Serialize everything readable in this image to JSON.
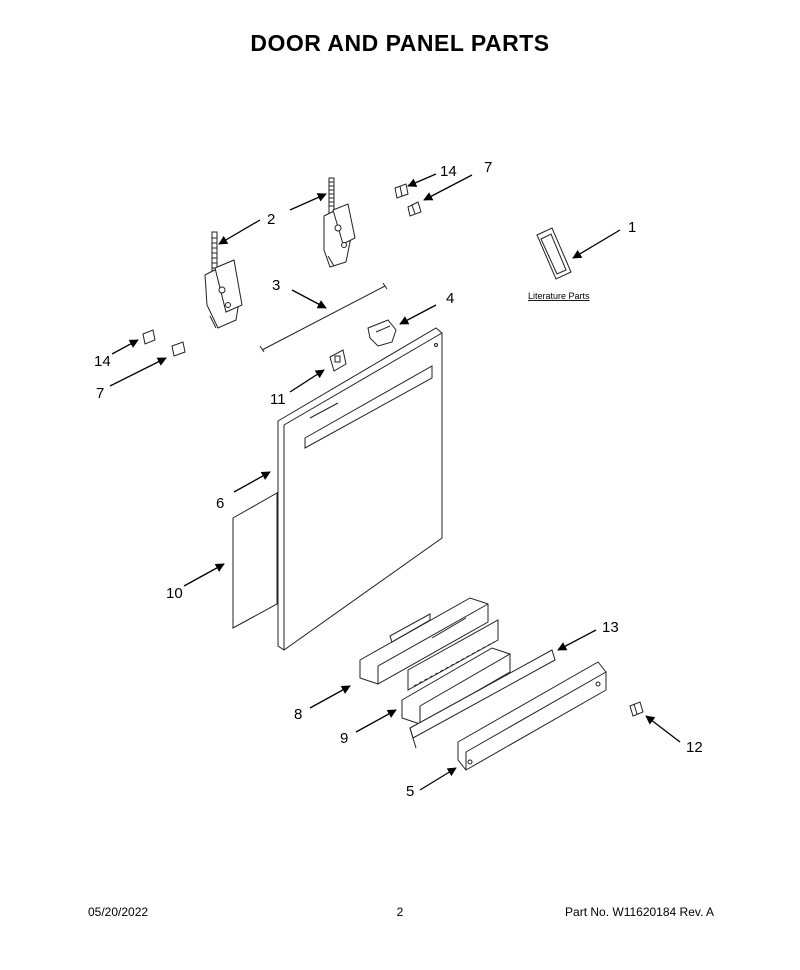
{
  "title": "DOOR AND PANEL PARTS",
  "callouts": {
    "c1": "1",
    "c2": "2",
    "c3": "3",
    "c4": "4",
    "c5": "5",
    "c6": "6",
    "c7a": "7",
    "c7b": "7",
    "c8": "8",
    "c9": "9",
    "c10": "10",
    "c11": "11",
    "c12": "12",
    "c13": "13",
    "c14a": "14",
    "c14b": "14"
  },
  "literature_label": "Literature Parts",
  "footer": {
    "date": "05/20/2022",
    "page": "2",
    "part": "Part No.  W11620184  Rev.  A"
  },
  "colors": {
    "line": "#222222",
    "background": "#ffffff"
  }
}
